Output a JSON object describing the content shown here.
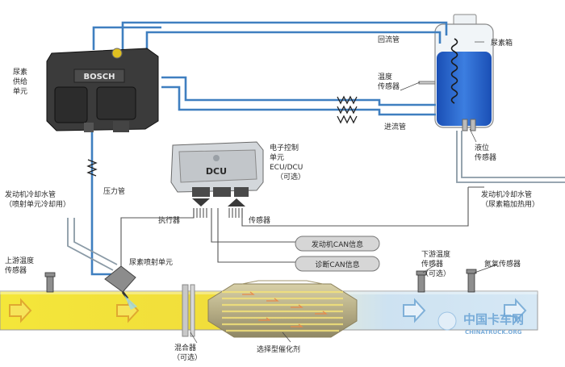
{
  "labels": {
    "supply_unit": [
      "尿素",
      "供给",
      "单元"
    ],
    "return_pipe": "回流管",
    "urea_tank": "尿素箱",
    "temp_sensor": [
      "温度",
      "传感器"
    ],
    "inlet_pipe": "进流管",
    "level_sensor": [
      "液位",
      "传感器"
    ],
    "ecu": [
      "电子控制",
      "单元",
      "ECU/DCU",
      "（可选）"
    ],
    "pressure_pipe": "压力管",
    "coolant_left": [
      "发动机冷却水管",
      "（喷射单元冷却用）"
    ],
    "coolant_right": [
      "发动机冷却水管",
      "（尿素箱加热用）"
    ],
    "actuator": "执行器",
    "sensor": "传感器",
    "can_engine": "发动机CAN信息",
    "can_diag": "诊断CAN信息",
    "upstream_temp": [
      "上游温度",
      "传感器"
    ],
    "injection_unit": "尿素喷射单元",
    "downstream_temp": [
      "下游温度",
      "传感器",
      "（可选）"
    ],
    "nox_sensor": "氮氧传感器",
    "mixer": [
      "混合器",
      "（可选）"
    ],
    "catalyst": "选择型催化剂"
  },
  "device_text": {
    "bosch": "BOSCH",
    "dcu": "DCU"
  },
  "watermark": {
    "cn": "中国卡车网",
    "en": "CHINATRUCK.ORG"
  },
  "colors": {
    "pipe_blue": "#3f7fc0",
    "urea_blue": "#1f5fc8",
    "exhaust_yellow": "#f2e23a",
    "exhaust_clean": "#cfe3f2",
    "tank_wall": "#e9eef3"
  }
}
